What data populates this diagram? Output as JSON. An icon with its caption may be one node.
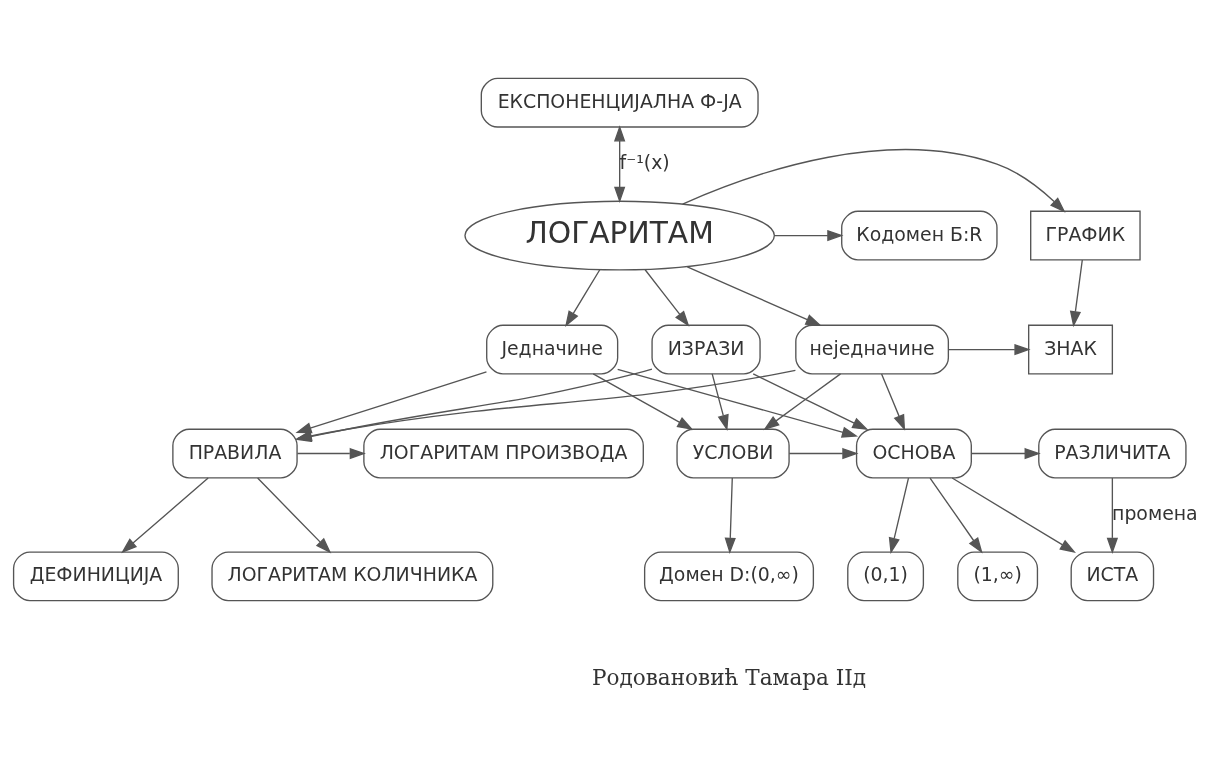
{
  "diagram": {
    "nodes": [
      {
        "text": [
          "ЕКСПОНЕНЦИЈАЛНА Ф-ЈА"
        ]
      },
      {
        "text": [
          "ЛОГАРИТАМ"
        ]
      },
      {
        "text": [
          "Кодомен Б:R"
        ]
      },
      {
        "text": [
          "ГРАФИК"
        ]
      },
      {
        "text": [
          "ИЗРАЗИ"
        ]
      },
      {
        "text": [
          "Једначине"
        ]
      },
      {
        "text": [
          "неједначине"
        ]
      },
      {
        "text": [
          "ЗНАК"
        ]
      },
      {
        "text": [
          "ЛОГАРИТАМ ПРОИЗВОДА"
        ]
      },
      {
        "text": [
          "ПРАВИЛА"
        ]
      },
      {
        "text": [
          "УСЛОВИ"
        ]
      },
      {
        "text": [
          "ОСНОВА"
        ]
      },
      {
        "text": [
          "РАЗЛИЧИТА"
        ]
      },
      {
        "text": [
          "ЛОГАРИТАМ КОЛИЧНИКА"
        ]
      },
      {
        "text": [
          "ИСТА"
        ]
      },
      {
        "text": [
          "(0,1)"
        ]
      },
      {
        "text": [
          "(1,∞)"
        ]
      },
      {
        "text": [
          "Домен D:(0,∞)"
        ]
      },
      {
        "text": [
          "ДЕФИНИЦИЈА"
        ]
      }
    ],
    "edges": [
      {
        "from": 0,
        "to": 1,
        "arrow": "both",
        "label": "f⁻¹(x)"
      },
      {
        "from": 1,
        "to": 2,
        "arrow": "to"
      },
      {
        "from": 1,
        "to": 3,
        "arrow": "to"
      },
      {
        "from": 1,
        "to": 4,
        "arrow": "to"
      },
      {
        "from": 1,
        "to": 5,
        "arrow": "to"
      },
      {
        "from": 1,
        "to": 6,
        "arrow": "to"
      },
      {
        "from": 3,
        "to": 7,
        "arrow": "to"
      },
      {
        "from": 6,
        "to": 7,
        "arrow": "to"
      },
      {
        "from": 4,
        "to": 9,
        "arrow": "to"
      },
      {
        "from": 4,
        "to": 10,
        "arrow": "to"
      },
      {
        "from": 4,
        "to": 11,
        "arrow": "to"
      },
      {
        "from": 5,
        "to": 9,
        "arrow": "to"
      },
      {
        "from": 5,
        "to": 10,
        "arrow": "to"
      },
      {
        "from": 5,
        "to": 11,
        "arrow": "to"
      },
      {
        "from": 6,
        "to": 9,
        "arrow": "to"
      },
      {
        "from": 6,
        "to": 10,
        "arrow": "to"
      },
      {
        "from": 6,
        "to": 11,
        "arrow": "to"
      },
      {
        "from": 9,
        "to": 8,
        "arrow": "to"
      },
      {
        "from": 9,
        "to": 13,
        "arrow": "to"
      },
      {
        "from": 9,
        "to": 18,
        "arrow": "to"
      },
      {
        "from": 10,
        "to": 11,
        "arrow": "to"
      },
      {
        "from": 10,
        "to": 17,
        "arrow": "to"
      },
      {
        "from": 11,
        "to": 12,
        "arrow": "to"
      },
      {
        "from": 11,
        "to": 14,
        "arrow": "to"
      },
      {
        "from": 11,
        "to": 15,
        "arrow": "to"
      },
      {
        "from": 11,
        "to": 16,
        "arrow": "to"
      },
      {
        "from": 12,
        "to": 14,
        "arrow": "to",
        "label": "промена"
      }
    ],
    "labels": [
      "Родовановић Тамара IIд"
    ]
  }
}
